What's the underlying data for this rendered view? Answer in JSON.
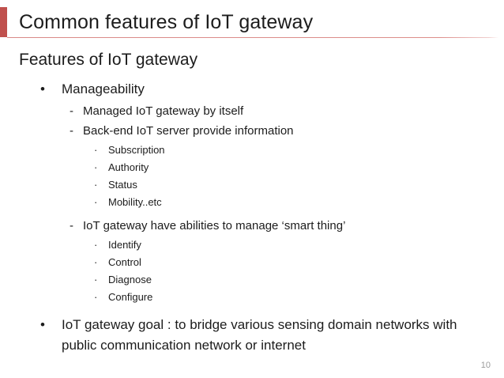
{
  "slide": {
    "title": "Common features of IoT gateway",
    "accent_color": "#c0504d",
    "rule_color": "#dd8e8b",
    "subtitle": "Features of IoT gateway",
    "page_number": "10",
    "bullets": {
      "level1_glyph": "•",
      "level2_glyph": "-",
      "level3_glyph": "·"
    },
    "items": [
      {
        "level": 1,
        "text": "Manageability"
      },
      {
        "level": 2,
        "text": "Managed IoT gateway by itself"
      },
      {
        "level": 2,
        "text": "Back-end IoT server provide information"
      },
      {
        "level": 3,
        "text": "Subscription"
      },
      {
        "level": 3,
        "text": "Authority"
      },
      {
        "level": 3,
        "text": "Status"
      },
      {
        "level": 3,
        "text": "Mobility..etc"
      },
      {
        "level": 2,
        "text": "IoT gateway have abilities to manage ‘smart thing’"
      },
      {
        "level": 3,
        "text": "Identify"
      },
      {
        "level": 3,
        "text": "Control"
      },
      {
        "level": 3,
        "text": "Diagnose"
      },
      {
        "level": 3,
        "text": "Configure"
      },
      {
        "level": 1,
        "text": "IoT gateway goal : to bridge various sensing domain networks with public communication network or internet"
      }
    ]
  }
}
